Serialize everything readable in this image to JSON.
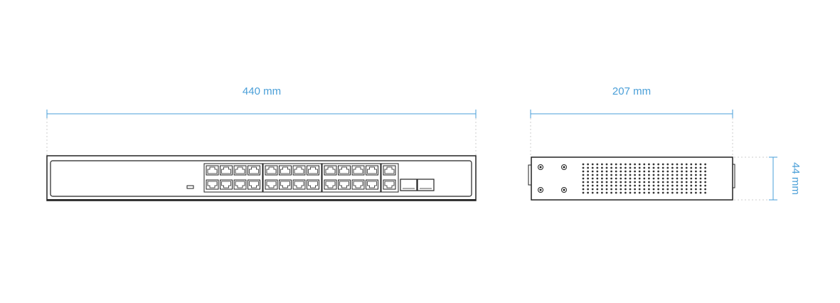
{
  "dimensions": {
    "width_label": "440 mm",
    "depth_label": "207 mm",
    "height_label": "44 mm"
  },
  "device": {
    "rj45_groups": 3,
    "ports_per_group": 8,
    "uplink_rj45": 2,
    "sfp_slots": 2
  },
  "colors": {
    "dimension": "#4a9fd8",
    "outline": "#222222"
  }
}
